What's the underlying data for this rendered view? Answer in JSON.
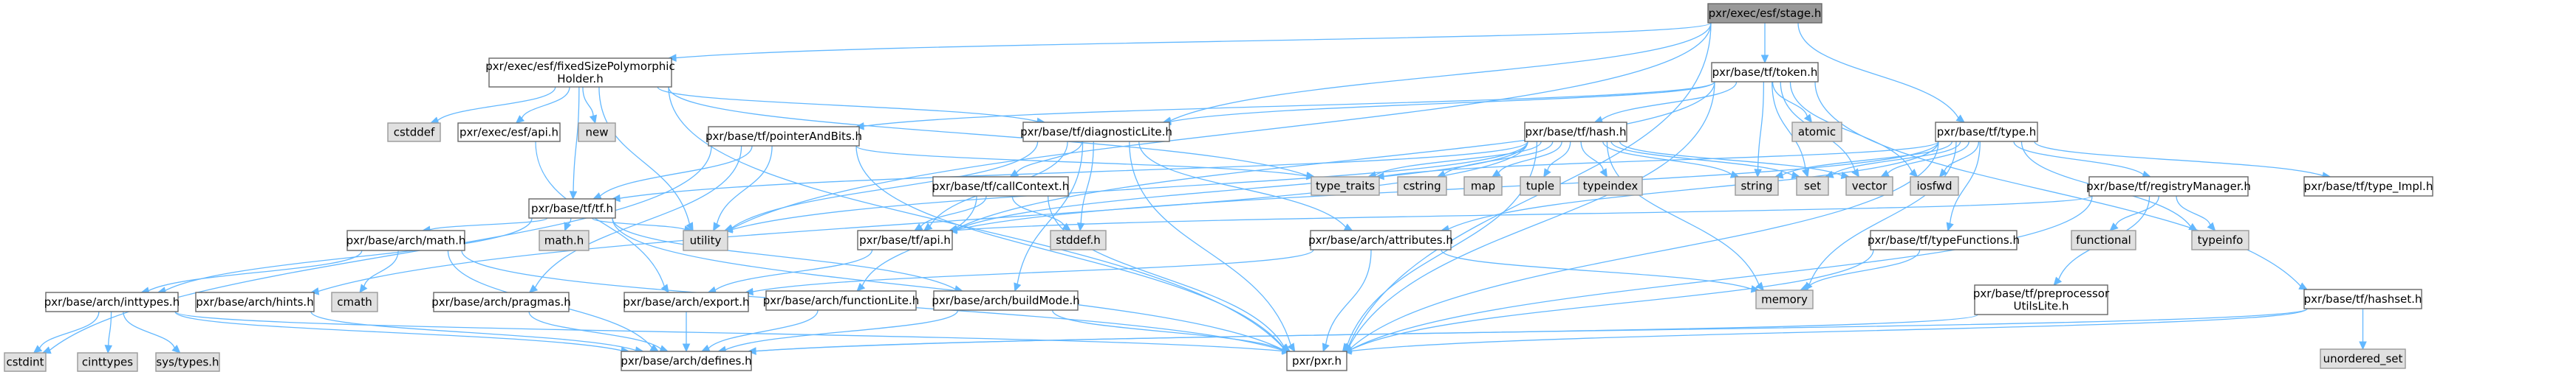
{
  "root": "pxr/exec/esf/stage.h",
  "colors": {
    "edge": "#63b8ff",
    "root_fill": "#999999",
    "local_fill": "#ffffff",
    "system_fill": "#e0e0e0",
    "border": "#666666"
  },
  "nodes": [
    {
      "id": "stage",
      "label": [
        "pxr/exec/esf/stage.h"
      ],
      "kind": "root"
    },
    {
      "id": "fsph",
      "label": [
        "pxr/exec/esf/fixedSizePolymorphic",
        "Holder.h"
      ],
      "kind": "local"
    },
    {
      "id": "token",
      "label": [
        "pxr/base/tf/token.h"
      ],
      "kind": "local"
    },
    {
      "id": "type",
      "label": [
        "pxr/base/tf/type.h"
      ],
      "kind": "local"
    },
    {
      "id": "cstddef",
      "label": [
        "cstddef"
      ],
      "kind": "system"
    },
    {
      "id": "esfapi",
      "label": [
        "pxr/exec/esf/api.h"
      ],
      "kind": "local"
    },
    {
      "id": "new",
      "label": [
        "new"
      ],
      "kind": "system"
    },
    {
      "id": "pab",
      "label": [
        "pxr/base/tf/pointerAndBits.h"
      ],
      "kind": "local"
    },
    {
      "id": "diag",
      "label": [
        "pxr/base/tf/diagnosticLite.h"
      ],
      "kind": "local"
    },
    {
      "id": "hash",
      "label": [
        "pxr/base/tf/hash.h"
      ],
      "kind": "local"
    },
    {
      "id": "atomic",
      "label": [
        "atomic"
      ],
      "kind": "system"
    },
    {
      "id": "tf",
      "label": [
        "pxr/base/tf/tf.h"
      ],
      "kind": "local"
    },
    {
      "id": "callctx",
      "label": [
        "pxr/base/tf/callContext.h"
      ],
      "kind": "local"
    },
    {
      "id": "type_traits",
      "label": [
        "type_traits"
      ],
      "kind": "system"
    },
    {
      "id": "cstring",
      "label": [
        "cstring"
      ],
      "kind": "system"
    },
    {
      "id": "map",
      "label": [
        "map"
      ],
      "kind": "system"
    },
    {
      "id": "tuple",
      "label": [
        "tuple"
      ],
      "kind": "system"
    },
    {
      "id": "typeindex",
      "label": [
        "typeindex"
      ],
      "kind": "system"
    },
    {
      "id": "string",
      "label": [
        "string"
      ],
      "kind": "system"
    },
    {
      "id": "set",
      "label": [
        "set"
      ],
      "kind": "system"
    },
    {
      "id": "vector",
      "label": [
        "vector"
      ],
      "kind": "system"
    },
    {
      "id": "iosfwd",
      "label": [
        "iosfwd"
      ],
      "kind": "system"
    },
    {
      "id": "regmgr",
      "label": [
        "pxr/base/tf/registryManager.h"
      ],
      "kind": "local"
    },
    {
      "id": "typeimpl",
      "label": [
        "pxr/base/tf/type_Impl.h"
      ],
      "kind": "local"
    },
    {
      "id": "archmath",
      "label": [
        "pxr/base/arch/math.h"
      ],
      "kind": "local"
    },
    {
      "id": "mathh",
      "label": [
        "math.h"
      ],
      "kind": "system"
    },
    {
      "id": "utility",
      "label": [
        "utility"
      ],
      "kind": "system"
    },
    {
      "id": "tfapi",
      "label": [
        "pxr/base/tf/api.h"
      ],
      "kind": "local"
    },
    {
      "id": "stddef",
      "label": [
        "stddef.h"
      ],
      "kind": "system"
    },
    {
      "id": "attrs",
      "label": [
        "pxr/base/arch/attributes.h"
      ],
      "kind": "local"
    },
    {
      "id": "typefn",
      "label": [
        "pxr/base/tf/typeFunctions.h"
      ],
      "kind": "local"
    },
    {
      "id": "functional",
      "label": [
        "functional"
      ],
      "kind": "system"
    },
    {
      "id": "typeinfo",
      "label": [
        "typeinfo"
      ],
      "kind": "system"
    },
    {
      "id": "inttypes",
      "label": [
        "pxr/base/arch/inttypes.h"
      ],
      "kind": "local"
    },
    {
      "id": "hints",
      "label": [
        "pxr/base/arch/hints.h"
      ],
      "kind": "local"
    },
    {
      "id": "cmath",
      "label": [
        "cmath"
      ],
      "kind": "system"
    },
    {
      "id": "pragmas",
      "label": [
        "pxr/base/arch/pragmas.h"
      ],
      "kind": "local"
    },
    {
      "id": "export",
      "label": [
        "pxr/base/arch/export.h"
      ],
      "kind": "local"
    },
    {
      "id": "funclite",
      "label": [
        "pxr/base/arch/functionLite.h"
      ],
      "kind": "local"
    },
    {
      "id": "buildmode",
      "label": [
        "pxr/base/arch/buildMode.h"
      ],
      "kind": "local"
    },
    {
      "id": "memory",
      "label": [
        "memory"
      ],
      "kind": "system"
    },
    {
      "id": "ppul",
      "label": [
        "pxr/base/tf/preprocessor",
        "UtilsLite.h"
      ],
      "kind": "local"
    },
    {
      "id": "hashset",
      "label": [
        "pxr/base/tf/hashset.h"
      ],
      "kind": "local"
    },
    {
      "id": "cstdint",
      "label": [
        "cstdint"
      ],
      "kind": "system"
    },
    {
      "id": "cinttypes",
      "label": [
        "cinttypes"
      ],
      "kind": "system"
    },
    {
      "id": "systypes",
      "label": [
        "sys/types.h"
      ],
      "kind": "system"
    },
    {
      "id": "defines",
      "label": [
        "pxr/base/arch/defines.h"
      ],
      "kind": "local"
    },
    {
      "id": "pxr",
      "label": [
        "pxr/pxr.h"
      ],
      "kind": "local"
    },
    {
      "id": "unordered_set",
      "label": [
        "unordered_set"
      ],
      "kind": "system"
    }
  ],
  "edges": [
    [
      "stage",
      "fsph"
    ],
    [
      "stage",
      "token"
    ],
    [
      "stage",
      "type"
    ],
    [
      "stage",
      "pxr"
    ],
    [
      "stage",
      "utility"
    ],
    [
      "stage",
      "diag"
    ],
    [
      "fsph",
      "cstddef"
    ],
    [
      "fsph",
      "esfapi"
    ],
    [
      "fsph",
      "new"
    ],
    [
      "fsph",
      "tf"
    ],
    [
      "fsph",
      "diag"
    ],
    [
      "fsph",
      "utility"
    ],
    [
      "fsph",
      "type_traits"
    ],
    [
      "fsph",
      "pxr"
    ],
    [
      "esfapi",
      "export"
    ],
    [
      "token",
      "pab"
    ],
    [
      "token",
      "diag"
    ],
    [
      "token",
      "hash"
    ],
    [
      "token",
      "atomic"
    ],
    [
      "token",
      "string"
    ],
    [
      "token",
      "set"
    ],
    [
      "token",
      "vector"
    ],
    [
      "token",
      "iosfwd"
    ],
    [
      "token",
      "tfapi"
    ],
    [
      "token",
      "hashset"
    ],
    [
      "token",
      "pxr"
    ],
    [
      "pab",
      "tf"
    ],
    [
      "pab",
      "utility"
    ],
    [
      "pab",
      "type_traits"
    ],
    [
      "pab",
      "cstdint"
    ],
    [
      "pab",
      "pragmas"
    ],
    [
      "pab",
      "pxr"
    ],
    [
      "diag",
      "callctx"
    ],
    [
      "diag",
      "tfapi"
    ],
    [
      "diag",
      "stddef"
    ],
    [
      "diag",
      "attrs"
    ],
    [
      "diag",
      "buildmode"
    ],
    [
      "diag",
      "pxr"
    ],
    [
      "diag",
      "utility"
    ],
    [
      "hash",
      "type_traits"
    ],
    [
      "hash",
      "cstring"
    ],
    [
      "hash",
      "map"
    ],
    [
      "hash",
      "tuple"
    ],
    [
      "hash",
      "typeindex"
    ],
    [
      "hash",
      "string"
    ],
    [
      "hash",
      "set"
    ],
    [
      "hash",
      "vector"
    ],
    [
      "hash",
      "memory"
    ],
    [
      "hash",
      "tf"
    ],
    [
      "hash",
      "tfapi"
    ],
    [
      "hash",
      "utility"
    ],
    [
      "hash",
      "pxr"
    ],
    [
      "hash",
      "hints"
    ],
    [
      "tf",
      "archmath"
    ],
    [
      "tf",
      "mathh"
    ],
    [
      "tf",
      "utility"
    ],
    [
      "tf",
      "inttypes"
    ],
    [
      "tf",
      "buildmode"
    ],
    [
      "tf",
      "pxr"
    ],
    [
      "archmath",
      "inttypes"
    ],
    [
      "archmath",
      "cmath"
    ],
    [
      "archmath",
      "defines"
    ],
    [
      "archmath",
      "pxr"
    ],
    [
      "callctx",
      "tfapi"
    ],
    [
      "callctx",
      "stddef"
    ],
    [
      "callctx",
      "funclite"
    ],
    [
      "callctx",
      "pxr"
    ],
    [
      "tfapi",
      "export"
    ],
    [
      "attrs",
      "export"
    ],
    [
      "attrs",
      "memory"
    ],
    [
      "attrs",
      "pxr"
    ],
    [
      "type",
      "type_traits"
    ],
    [
      "type",
      "string"
    ],
    [
      "type",
      "set"
    ],
    [
      "type",
      "vector"
    ],
    [
      "type",
      "iosfwd"
    ],
    [
      "type",
      "memory"
    ],
    [
      "type",
      "regmgr"
    ],
    [
      "type",
      "typeimpl"
    ],
    [
      "type",
      "typefn"
    ],
    [
      "type",
      "typeinfo"
    ],
    [
      "type",
      "tfapi"
    ],
    [
      "type",
      "attrs"
    ],
    [
      "type",
      "pxr"
    ],
    [
      "regmgr",
      "functional"
    ],
    [
      "regmgr",
      "typeinfo"
    ],
    [
      "regmgr",
      "ppul"
    ],
    [
      "regmgr",
      "tfapi"
    ],
    [
      "regmgr",
      "pxr"
    ],
    [
      "typefn",
      "memory"
    ],
    [
      "typefn",
      "pxr"
    ],
    [
      "ppul",
      "defines"
    ],
    [
      "hashset",
      "unordered_set"
    ],
    [
      "hashset",
      "pxr"
    ],
    [
      "hashset",
      "defines"
    ],
    [
      "inttypes",
      "cstdint"
    ],
    [
      "inttypes",
      "cinttypes"
    ],
    [
      "inttypes",
      "systypes"
    ],
    [
      "inttypes",
      "defines"
    ],
    [
      "inttypes",
      "pxr"
    ],
    [
      "hints",
      "defines"
    ],
    [
      "pragmas",
      "defines"
    ],
    [
      "export",
      "defines"
    ],
    [
      "funclite",
      "defines"
    ],
    [
      "buildmode",
      "defines"
    ],
    [
      "buildmode",
      "pxr"
    ]
  ]
}
